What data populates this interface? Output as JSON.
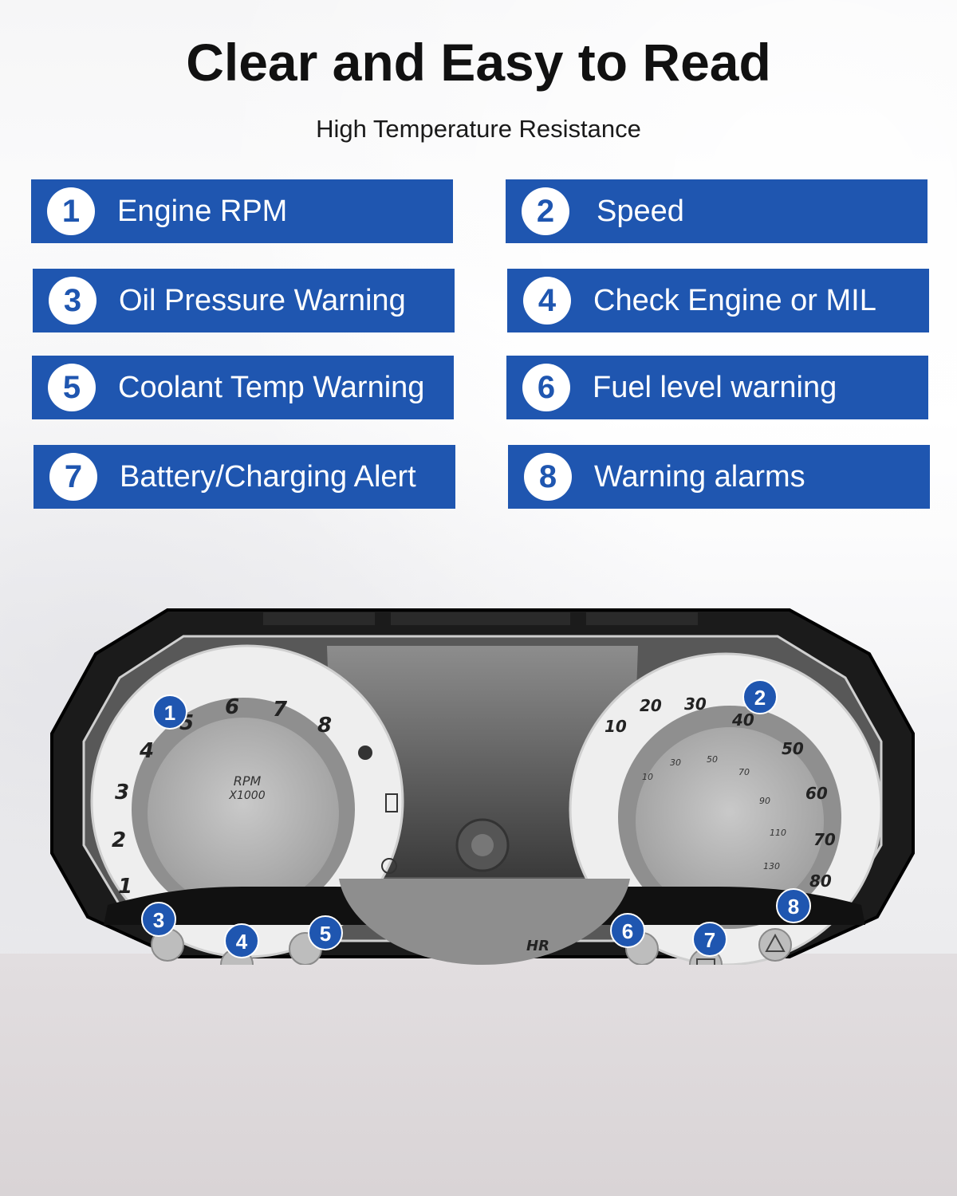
{
  "header": {
    "title": "Clear and Easy to Read",
    "subtitle": "High Temperature Resistance"
  },
  "features": [
    {
      "num": "1",
      "label": "Engine RPM"
    },
    {
      "num": "2",
      "label": "Speed"
    },
    {
      "num": "3",
      "label": "Oil Pressure Warning"
    },
    {
      "num": "4",
      "label": "Check Engine or MIL"
    },
    {
      "num": "5",
      "label": "Coolant Temp Warning"
    },
    {
      "num": "6",
      "label": "Fuel level warning"
    },
    {
      "num": "7",
      "label": "Battery/Charging Alert"
    },
    {
      "num": "8",
      "label": "Warning alarms"
    }
  ],
  "gauge": {
    "rpm_ticks": [
      "1",
      "2",
      "3",
      "4",
      "5",
      "6",
      "7",
      "8"
    ],
    "rpm_label": "RPM",
    "rpm_unit": "X1000",
    "speed_ticks": [
      "10",
      "20",
      "30",
      "40",
      "50",
      "60",
      "70",
      "80"
    ],
    "inner_speed_ticks": [
      "10",
      "30",
      "50",
      "70",
      "90",
      "110",
      "130"
    ],
    "hour_label": "HR"
  },
  "colors": {
    "accent": "#1f56b0",
    "text": "#111111"
  },
  "icons": [
    "oil-can-icon",
    "check-engine-icon",
    "coolant-temp-icon",
    "fuel-pump-icon",
    "battery-icon",
    "warning-triangle-icon"
  ]
}
